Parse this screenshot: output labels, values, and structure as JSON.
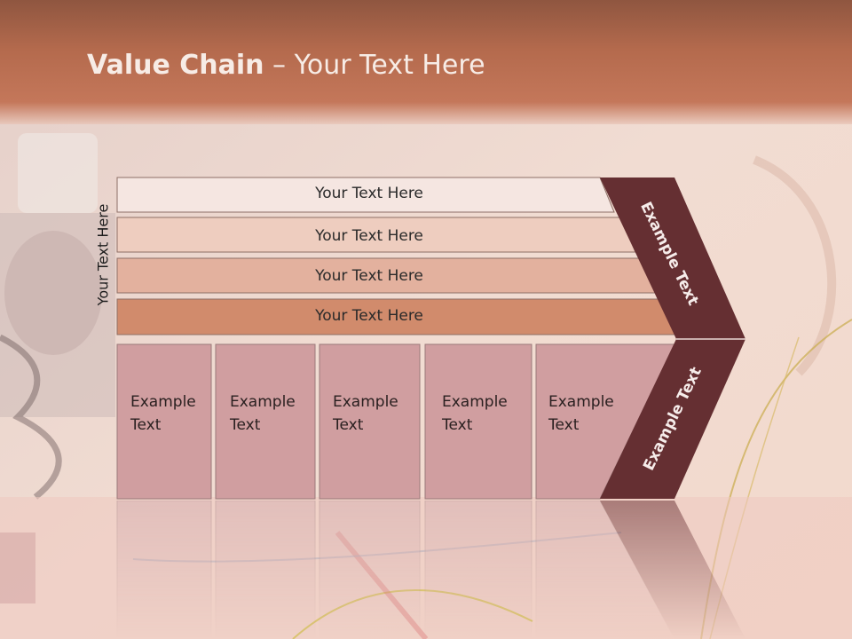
{
  "slide": {
    "title_bold": "Value Chain",
    "title_rest": " – Your Text Here",
    "vertical_label": "Your Text Here"
  },
  "support_bars": [
    {
      "label": "Your Text Here",
      "color": "#f5e6e1"
    },
    {
      "label": "Your Text Here",
      "color": "#eecdbf"
    },
    {
      "label": "Your Text Here",
      "color": "#e3b19e"
    },
    {
      "label": "Your Text Here",
      "color": "#d18b6c"
    }
  ],
  "primary_boxes": [
    {
      "label": "Example\nText"
    },
    {
      "label": "Example\nText"
    },
    {
      "label": "Example\nText"
    },
    {
      "label": "Example\nText"
    },
    {
      "label": "Example\nText"
    }
  ],
  "chevron": {
    "top_label": "Example Text",
    "bottom_label": "Example Text",
    "color": "#652f32"
  },
  "colors": {
    "box_fill": "#d09ea0",
    "header": "#c4775a"
  }
}
